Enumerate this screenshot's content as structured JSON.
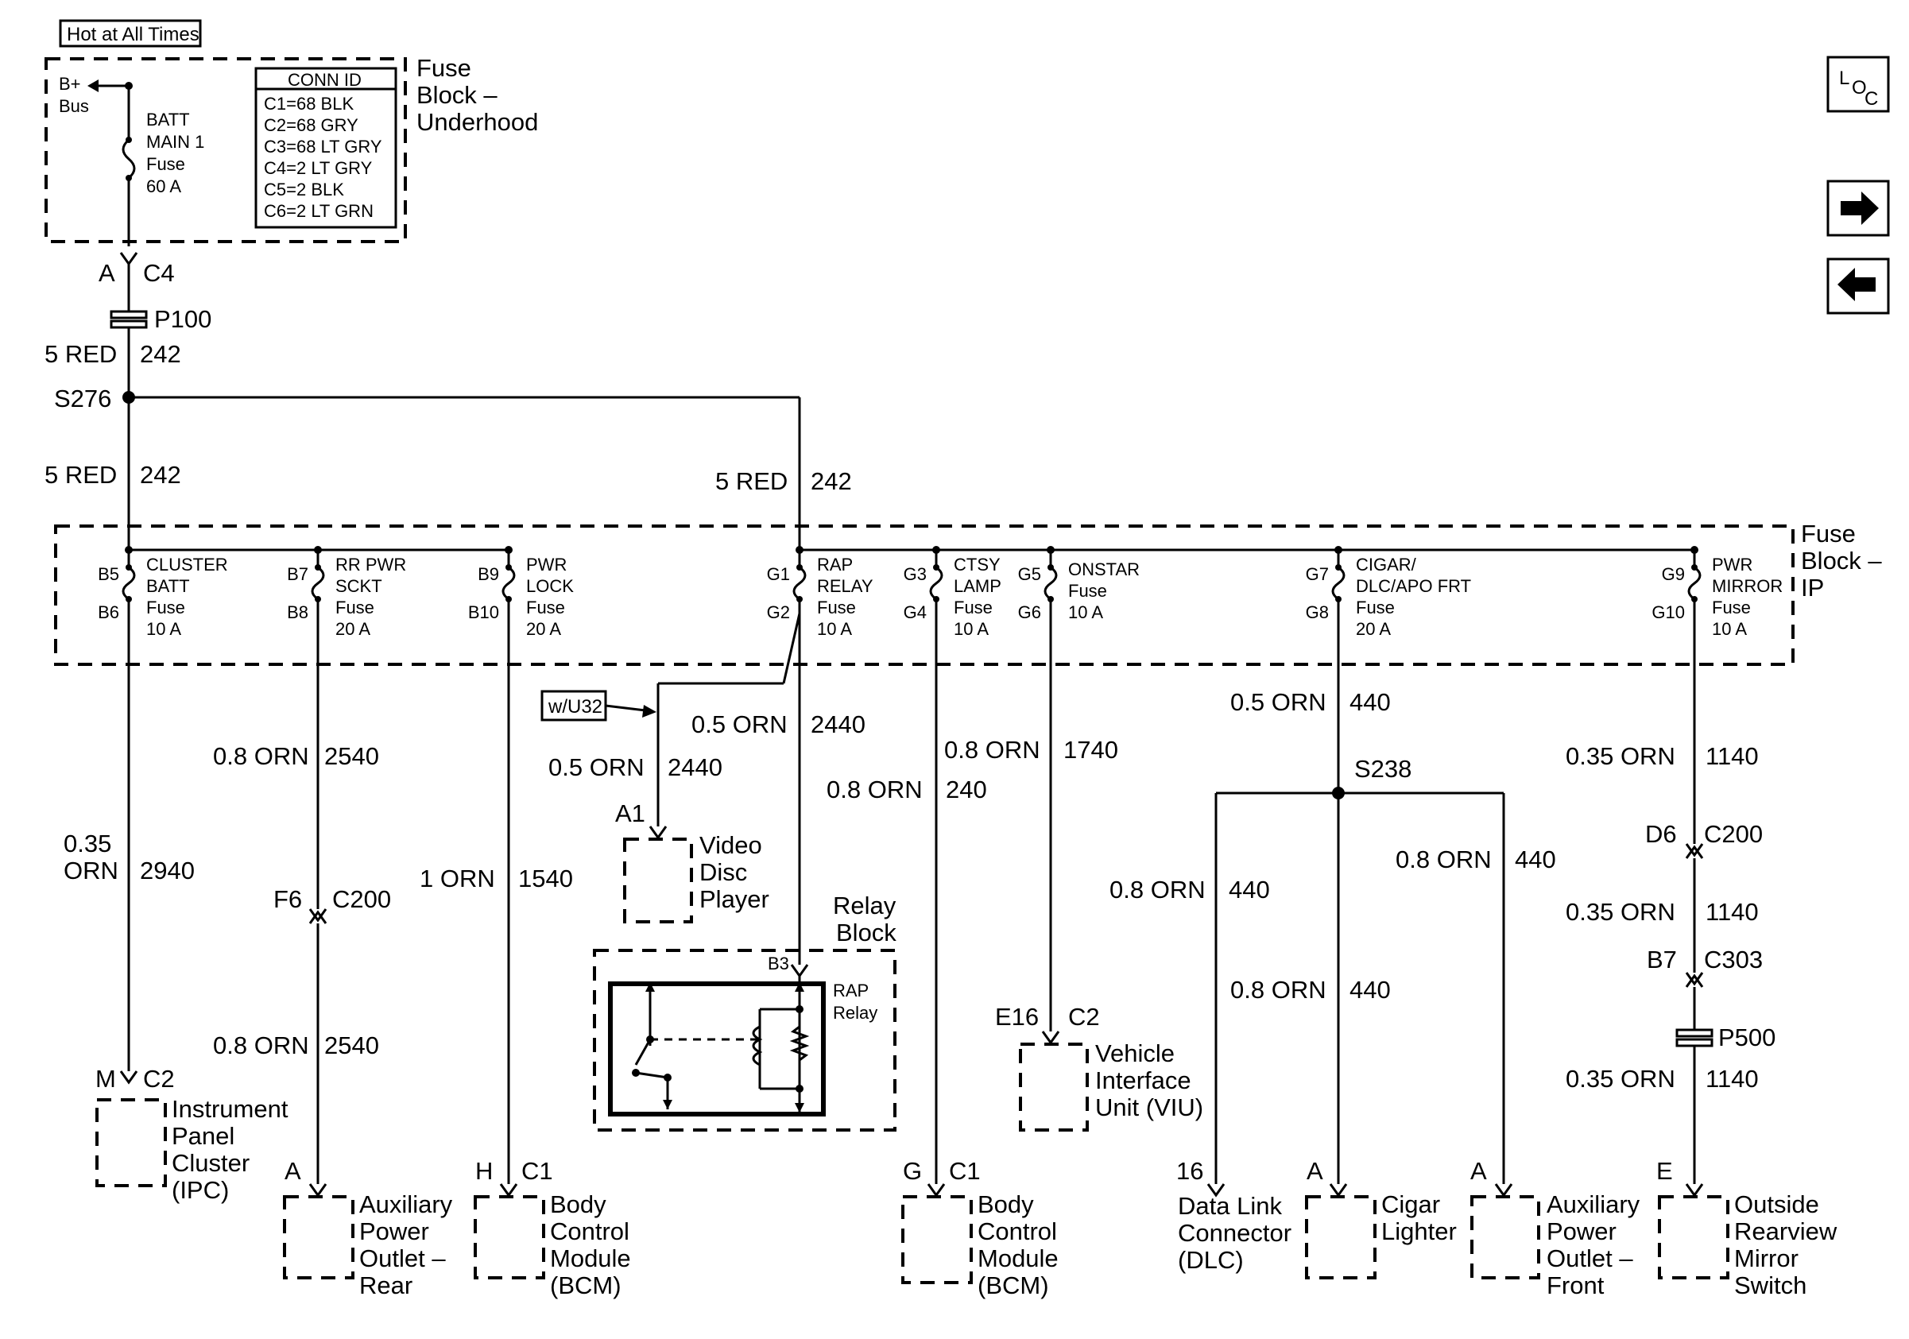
{
  "header": {
    "hot_label": "Hot at All Times"
  },
  "nav": {
    "loc_l": "L",
    "loc_o": "O",
    "loc_c": "C",
    "next_glyph": "➜",
    "prev_glyph": "⬅"
  },
  "underhood": {
    "title_lines": [
      "Fuse",
      "Block –",
      "Underhood"
    ],
    "bplus": [
      "B+",
      "Bus"
    ],
    "batt_fuse": [
      "BATT",
      "MAIN 1",
      "Fuse",
      "60 A"
    ],
    "conn_id_title": "CONN ID",
    "conn_ids": [
      "C1=68 BLK",
      "C2=68 GRY",
      "C3=68 LT GRY",
      "C4=2 LT GRY",
      "C5=2 BLK",
      "C6=2 LT GRN"
    ]
  },
  "main_feed": {
    "c4_pin": "A",
    "c4": "C4",
    "p100": "P100",
    "wire1_gauge": "5 RED",
    "wire1_circuit": "242",
    "splice": "S276",
    "wire2_gauge": "5 RED",
    "wire2_circuit": "242",
    "wire3_gauge": "5 RED",
    "wire3_circuit": "242"
  },
  "ip_block": {
    "title_lines": [
      "Fuse",
      "Block –",
      "IP"
    ],
    "fuses": [
      {
        "pin_in": "B5",
        "pin_out": "B6",
        "name": [
          "CLUSTER",
          "BATT",
          "Fuse",
          "10 A"
        ]
      },
      {
        "pin_in": "B7",
        "pin_out": "B8",
        "name": [
          "RR PWR",
          "SCKT",
          "Fuse",
          "20 A"
        ]
      },
      {
        "pin_in": "B9",
        "pin_out": "B10",
        "name": [
          "PWR",
          "LOCK",
          "Fuse",
          "20 A"
        ]
      },
      {
        "pin_in": "G1",
        "pin_out": "G2",
        "name": [
          "RAP",
          "RELAY",
          "Fuse",
          "10 A"
        ]
      },
      {
        "pin_in": "G3",
        "pin_out": "G4",
        "name": [
          "CTSY",
          "LAMP",
          "Fuse",
          "10 A"
        ]
      },
      {
        "pin_in": "G5",
        "pin_out": "G6",
        "name": [
          "ONSTAR",
          "Fuse",
          "10 A"
        ]
      },
      {
        "pin_in": "G7",
        "pin_out": "G8",
        "name": [
          "CIGAR/",
          "DLC/APO FRT",
          "Fuse",
          "20 A"
        ]
      },
      {
        "pin_in": "G9",
        "pin_out": "G10",
        "name": [
          "PWR",
          "MIRROR",
          "Fuse",
          "10 A"
        ]
      }
    ]
  },
  "wires": [
    {
      "gauge": "0.35",
      "gauge2": "ORN",
      "circuit": "2940"
    },
    {
      "gauge": "0.8 ORN",
      "circuit": "2540"
    },
    {
      "gauge": "0.8 ORN",
      "circuit": "2540"
    },
    {
      "gauge": "1 ORN",
      "circuit": "1540"
    },
    {
      "gauge": "0.5 ORN",
      "circuit": "2440"
    },
    {
      "gauge": "0.5 ORN",
      "circuit": "2440"
    },
    {
      "gauge": "0.8 ORN",
      "circuit": "240"
    },
    {
      "gauge": "0.8 ORN",
      "circuit": "1740"
    },
    {
      "gauge": "0.5 ORN",
      "circuit": "440"
    },
    {
      "gauge": "0.8 ORN",
      "circuit": "440"
    },
    {
      "gauge": "0.8 ORN",
      "circuit": "440"
    },
    {
      "gauge": "0.8 ORN",
      "circuit": "440"
    },
    {
      "gauge": "0.35 ORN",
      "circuit": "1140"
    },
    {
      "gauge": "0.35 ORN",
      "circuit": "1140"
    },
    {
      "gauge": "0.35 ORN",
      "circuit": "1140"
    }
  ],
  "connectors": {
    "f6": "F6",
    "c200_a": "C200",
    "a1": "A1",
    "wu32": "w/U32",
    "s238": "S238",
    "d6": "D6",
    "c200_b": "C200",
    "b7": "B7",
    "c303": "C303",
    "p500": "P500",
    "b3": "B3",
    "e16": "E16",
    "c2_viu": "C2"
  },
  "relay_block": {
    "title_lines": [
      "Relay",
      "Block"
    ],
    "relay": [
      "RAP",
      "Relay"
    ]
  },
  "components": [
    {
      "pin": "M",
      "conn": "C2",
      "name": [
        "Instrument",
        "Panel",
        "Cluster",
        "(IPC)"
      ]
    },
    {
      "pin": "A",
      "conn": "",
      "name": [
        "Auxiliary",
        "Power",
        "Outlet –",
        "Rear"
      ]
    },
    {
      "pin": "H",
      "conn": "C1",
      "name": [
        "Body",
        "Control",
        "Module",
        "(BCM)"
      ]
    },
    {
      "pin": "",
      "conn": "",
      "name": [
        "Video",
        "Disc",
        "Player"
      ]
    },
    {
      "pin": "G",
      "conn": "C1",
      "name": [
        "Body",
        "Control",
        "Module",
        "(BCM)"
      ]
    },
    {
      "pin": "",
      "conn": "",
      "name": [
        "Vehicle",
        "Interface",
        "Unit (VIU)"
      ]
    },
    {
      "pin": "16",
      "conn": "",
      "name": [
        "Data Link",
        "Connector",
        "(DLC)"
      ]
    },
    {
      "pin": "A",
      "conn": "",
      "name": [
        "Cigar",
        "Lighter"
      ]
    },
    {
      "pin": "A",
      "conn": "",
      "name": [
        "Auxiliary",
        "Power",
        "Outlet –",
        "Front"
      ]
    },
    {
      "pin": "E",
      "conn": "",
      "name": [
        "Outside",
        "Rearview",
        "Mirror",
        "Switch"
      ]
    }
  ]
}
